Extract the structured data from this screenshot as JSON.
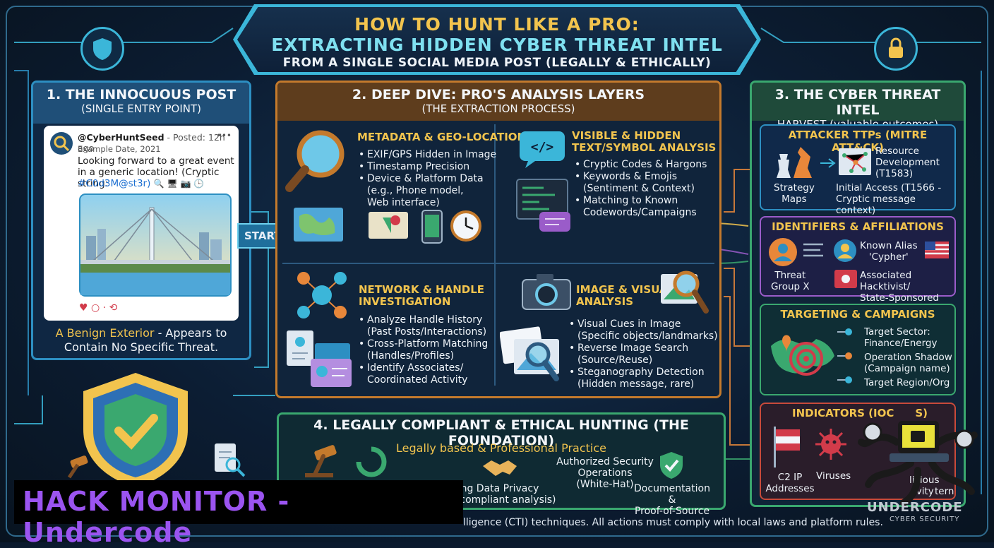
{
  "title": {
    "line1": "HOW TO HUNT LIKE A PRO:",
    "line2": "EXTRACTING HIDDEN CYBER THREAT INTEL",
    "line3": "FROM A SINGLE SOCIAL MEDIA POST (LEGALLY & ETHICALLY)"
  },
  "panel1": {
    "heading": "1. THE INNOCUOUS POST",
    "subheading": "(SINGLE ENTRY POINT)",
    "post": {
      "handle": "@CyberHuntSeed",
      "posted": "- Posted: 12h ago",
      "menu": "•••",
      "date": "Example Date, 2021",
      "text": "Looking forward to a great event in a generic location! (Cryptic string:",
      "cryptic": "#C0d3M@st3r)",
      "emojis": "🔍 🖥 📷 🕒",
      "actions": "♥  ○ · ⟲"
    },
    "caption_highlight": "A Benign Exterior",
    "caption_rest": " - Appears to Contain No Specific Threat."
  },
  "start_label": "START",
  "panel2": {
    "heading": "2. DEEP DIVE: PRO'S ANALYSIS LAYERS",
    "subheading": "(THE EXTRACTION PROCESS)",
    "meta": {
      "title": "METADATA & GEO-LOCATION",
      "b1": "EXIF/GPS Hidden in Image",
      "b2": "Timestamp Precision",
      "b3": "Device & Platform Data",
      "b3b": "(e.g., Phone model,",
      "b3c": "Web interface)"
    },
    "text": {
      "title1": "VISIBLE & HIDDEN",
      "title2": "TEXT/SYMBOL ANALYSIS",
      "b1": "Cryptic Codes & Hargons",
      "b2": "Keywords & Emojis",
      "b2b": "(Sentiment & Context)",
      "b3": "Matching to Known",
      "b3b": "Codewords/Campaigns"
    },
    "network": {
      "title1": "NETWORK & HANDLE",
      "title2": "INVESTIGATION",
      "b1": "Analyze Handle History",
      "b1b": "(Past Posts/Interactions)",
      "b2": "Cross-Platform Matching",
      "b2b": "(Handles/Profiles)",
      "b3": "Identify Associates/",
      "b3b": "Coordinated Activity"
    },
    "image": {
      "title1": "IMAGE & VISUAL",
      "title2": "ANALYSIS",
      "b1": "Visual Cues in Image",
      "b1b": "(Specific objects/landmarks)",
      "b2": "Reverse Image Search",
      "b2b": "(Source/Reuse)",
      "b3": "Steganography Detection",
      "b3b": "(Hidden message, rare)"
    }
  },
  "panel3": {
    "heading": "3. THE CYBER THREAT INTEL",
    "subheading": "HARVEST (valuable outcomes)",
    "ttps": {
      "title": "ATTACKER TTPs (MITRE ATT&CK)",
      "strategy": "Strategy",
      "maps": "Maps",
      "rd1": "Resource",
      "rd2": "Development",
      "rd3": "(T1583)",
      "ia1": "Initial Access (T1566 -",
      "ia2": "Cryptic message context)"
    },
    "identifiers": {
      "title": "IDENTIFIERS & AFFILIATIONS",
      "alias1": "Known Alias",
      "alias2": "'Cypher'",
      "group1": "Threat",
      "group2": "Group X",
      "assoc1": "Associated Hacktivist/",
      "assoc2": "State-Sponsored"
    },
    "targeting": {
      "title": "TARGETING & CAMPAIGNS",
      "t1": "Target Sector:",
      "t1b": "Finance/Energy",
      "t2": "Operation Shadow",
      "t2b": "(Campaign name)",
      "t3": "Target Region/Org"
    },
    "indicators": {
      "title": "INDICATORS (IOC",
      "title_end": "S)",
      "c2a": "C2 IP",
      "c2b": "Addresses",
      "viruses": "Viruses",
      "e1": "2 I",
      "e2": "licious",
      "e3": "ivity",
      "e4": "tern"
    }
  },
  "panel4": {
    "heading": "4. LEGALLY COMPLIANT & ETHICAL HUNTING (THE FOUNDATION)",
    "subheading": "Legally based & Professional Practice",
    "privacy1": "pecting Data Privacy",
    "privacy2": "DPR compliant analysis)",
    "auth1": "Authorized Security",
    "auth2": "Operations",
    "auth3": "(White-Hat)",
    "doc1": "Documentation &",
    "doc2": "Proof-of-Source"
  },
  "footer": "lligence (CTI) techniques. All actions must comply with local laws and platform rules.",
  "watermark": "HACK MONITOR - Undercode",
  "brand": "UNDERCODE",
  "brand_sub": "CYBER SECURITY"
}
